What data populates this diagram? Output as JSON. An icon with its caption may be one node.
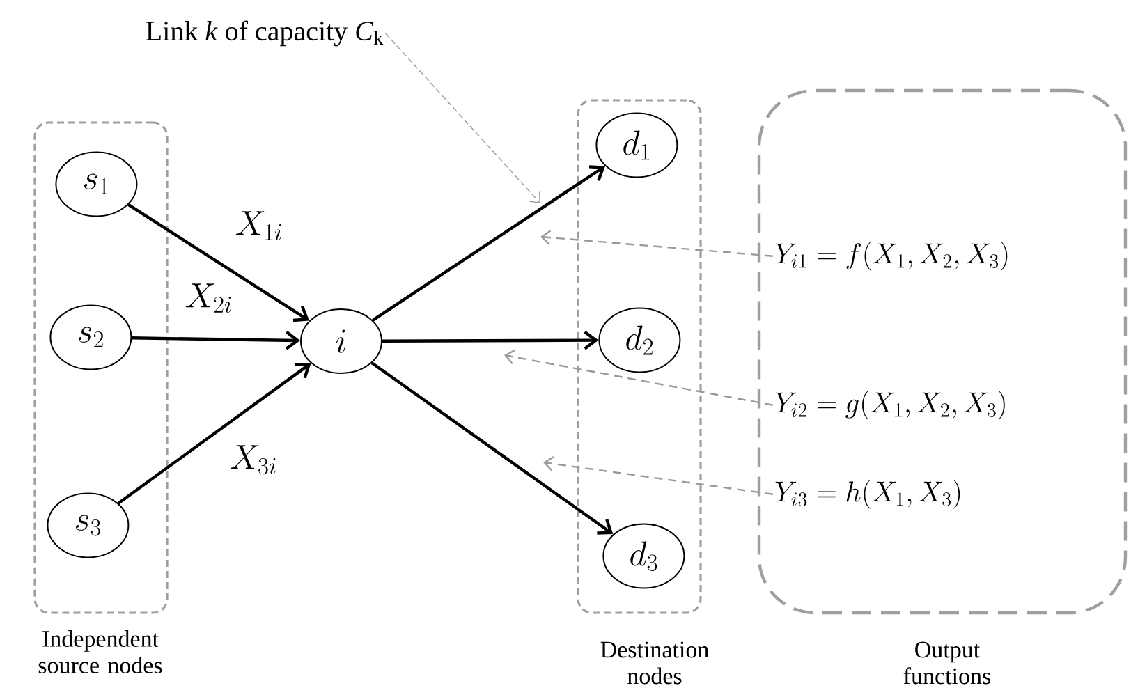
{
  "diagram": {
    "nodes": [
      {
        "text": [
          "Independent source nodes"
        ]
      },
      {
        "text": [
          "s_{1}"
        ],
        "in": 0
      },
      {
        "text": [
          "s_{2}"
        ],
        "in": 0
      },
      {
        "text": [
          "s_{3}"
        ],
        "in": 0
      },
      {
        "text": [
          "i"
        ]
      },
      {
        "text": [
          "Destination nodes"
        ]
      },
      {
        "text": [
          "d_{1}"
        ],
        "in": 5
      },
      {
        "text": [
          "d_{2}"
        ],
        "in": 5
      },
      {
        "text": [
          "d_{3}"
        ],
        "in": 5
      },
      {
        "text": [
          "Output functions"
        ]
      },
      {
        "text": [
          "Y_{i1}=f(X_{1},X_{2},X_{3})"
        ],
        "in": 9
      },
      {
        "text": [
          "Y_{i2}=g(X_{1},X_{2},X_{3})"
        ],
        "in": 9
      },
      {
        "text": [
          "Y_{i3}=h(X_{1},X_{3})"
        ],
        "in": 9
      },
      {
        "text": [
          "Link *k* of capacity *C*$_{k}$"
        ]
      }
    ],
    "edges": [
      {
        "from": 1,
        "to": 4,
        "arrow": "to",
        "label": "X_{1i}"
      },
      {
        "from": 2,
        "to": 4,
        "arrow": "to",
        "label": "X_{2i}"
      },
      {
        "from": 3,
        "to": 4,
        "arrow": "to",
        "label": "X_{3i}"
      },
      {
        "from": 4,
        "to": 6,
        "arrow": "to"
      },
      {
        "from": 4,
        "to": 7,
        "arrow": "to"
      },
      {
        "from": 4,
        "to": 8,
        "arrow": "to"
      },
      {
        "from": 10,
        "to": null,
        "arrow": "to",
        "style": "dashed",
        "color": "#999999"
      },
      {
        "from": 11,
        "to": null,
        "arrow": "to",
        "style": "dashed",
        "color": "#999999"
      },
      {
        "from": 12,
        "to": null,
        "arrow": "to",
        "style": "dashed",
        "color": "#999999"
      },
      {
        "from": 13,
        "to": null,
        "arrow": "to",
        "style": "dashed",
        "color": "#999999"
      }
    ]
  }
}
